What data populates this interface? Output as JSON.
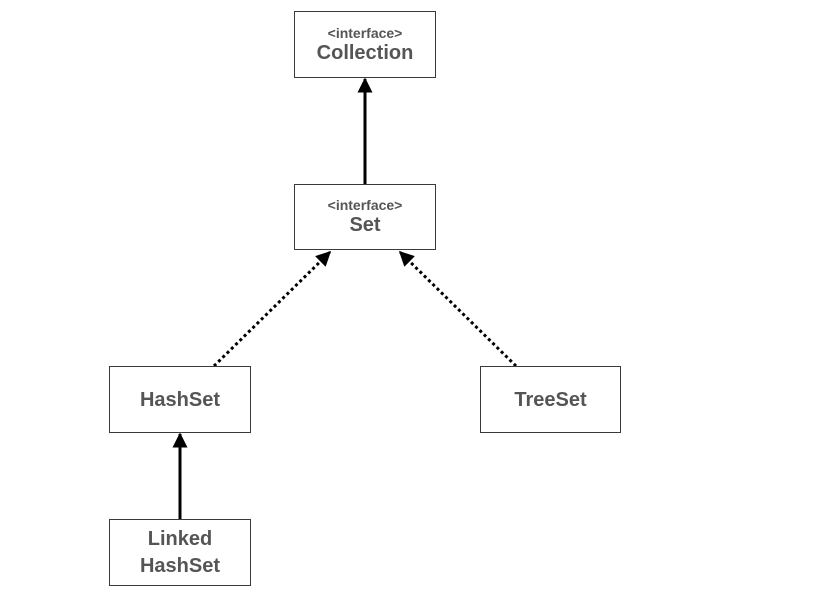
{
  "colors": {
    "line": "#000000",
    "border": "#3a3a3a",
    "text": "#555555",
    "background": "#ffffff"
  },
  "nodes": {
    "collection": {
      "stereotype": "<interface>",
      "name": "Collection"
    },
    "set": {
      "stereotype": "<interface>",
      "name": "Set"
    },
    "hashset": {
      "name": "HashSet"
    },
    "treeset": {
      "name": "TreeSet"
    },
    "linkedhashset": {
      "name_line1": "Linked",
      "name_line2": "HashSet"
    }
  },
  "edges": [
    {
      "from": "set",
      "to": "collection",
      "style": "solid"
    },
    {
      "from": "hashset",
      "to": "set",
      "style": "dotted"
    },
    {
      "from": "treeset",
      "to": "set",
      "style": "dotted"
    },
    {
      "from": "linkedhashset",
      "to": "hashset",
      "style": "solid"
    }
  ]
}
